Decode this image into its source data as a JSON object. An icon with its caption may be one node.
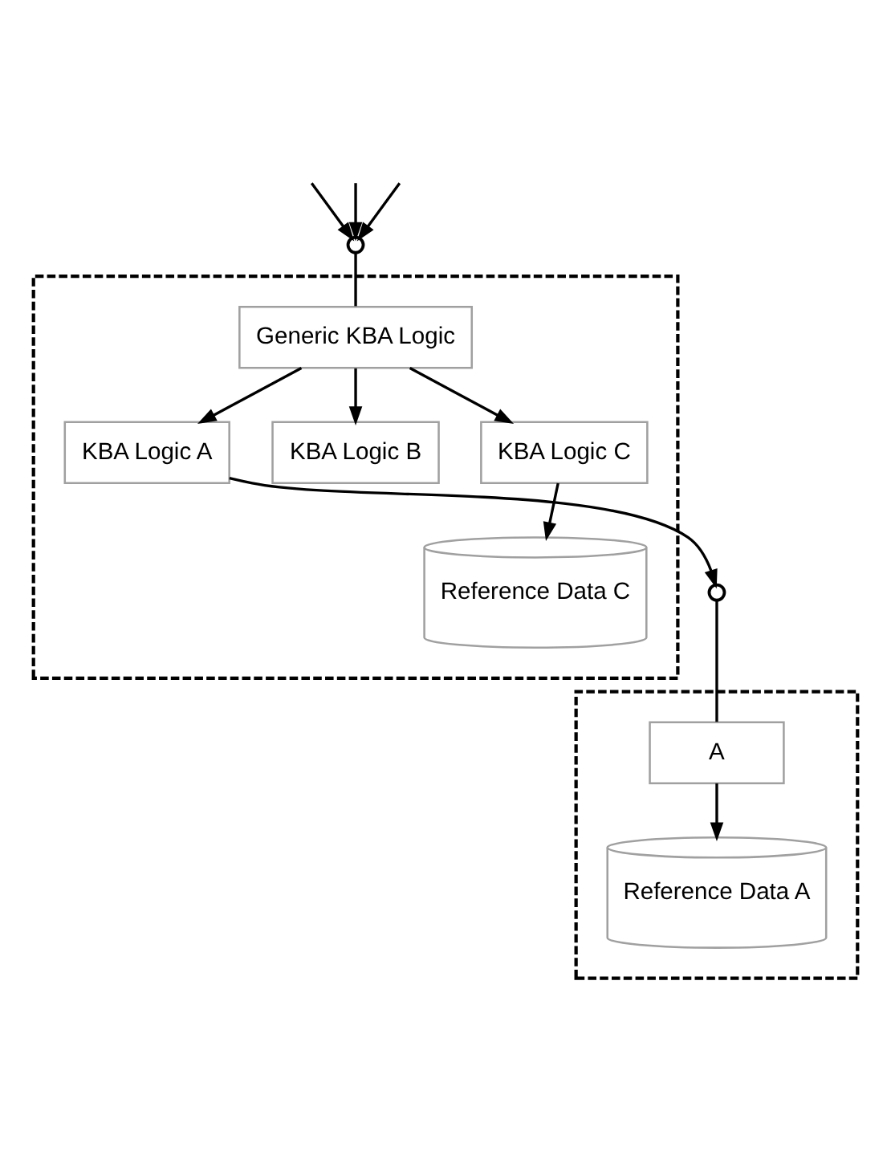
{
  "diagram": {
    "nodes": [
      {
        "text": [],
        "shape": "box"
      },
      {
        "text": [],
        "shape": "circle"
      },
      {
        "text": [
          "Generic KBA Logic"
        ],
        "in": 0
      },
      {
        "text": [
          "KBA Logic A"
        ],
        "in": 0
      },
      {
        "text": [
          "KBA Logic B"
        ],
        "in": 0
      },
      {
        "text": [
          "KBA Logic C"
        ],
        "in": 0
      },
      {
        "text": [
          "Reference Data C"
        ],
        "in": 0
      },
      {
        "text": [],
        "shape": "circle"
      },
      {
        "text": [],
        "shape": "box"
      },
      {
        "text": [
          "A"
        ],
        "in": 8
      },
      {
        "text": [
          "Reference Data A"
        ],
        "in": 8
      }
    ],
    "edges": [
      {
        "from": null,
        "to": 1,
        "arrow": "to"
      },
      {
        "from": null,
        "to": 1,
        "arrow": "to"
      },
      {
        "from": null,
        "to": 1,
        "arrow": "to"
      },
      {
        "from": 1,
        "to": 2,
        "arrow": "none"
      },
      {
        "from": 2,
        "to": 3,
        "arrow": "to"
      },
      {
        "from": 2,
        "to": 4,
        "arrow": "to"
      },
      {
        "from": 2,
        "to": 5,
        "arrow": "to"
      },
      {
        "from": 5,
        "to": 6,
        "arrow": "to"
      },
      {
        "from": 3,
        "to": 7,
        "arrow": "to"
      },
      {
        "from": 7,
        "to": 9,
        "arrow": "none"
      },
      {
        "from": 9,
        "to": 10,
        "arrow": "to"
      }
    ]
  }
}
